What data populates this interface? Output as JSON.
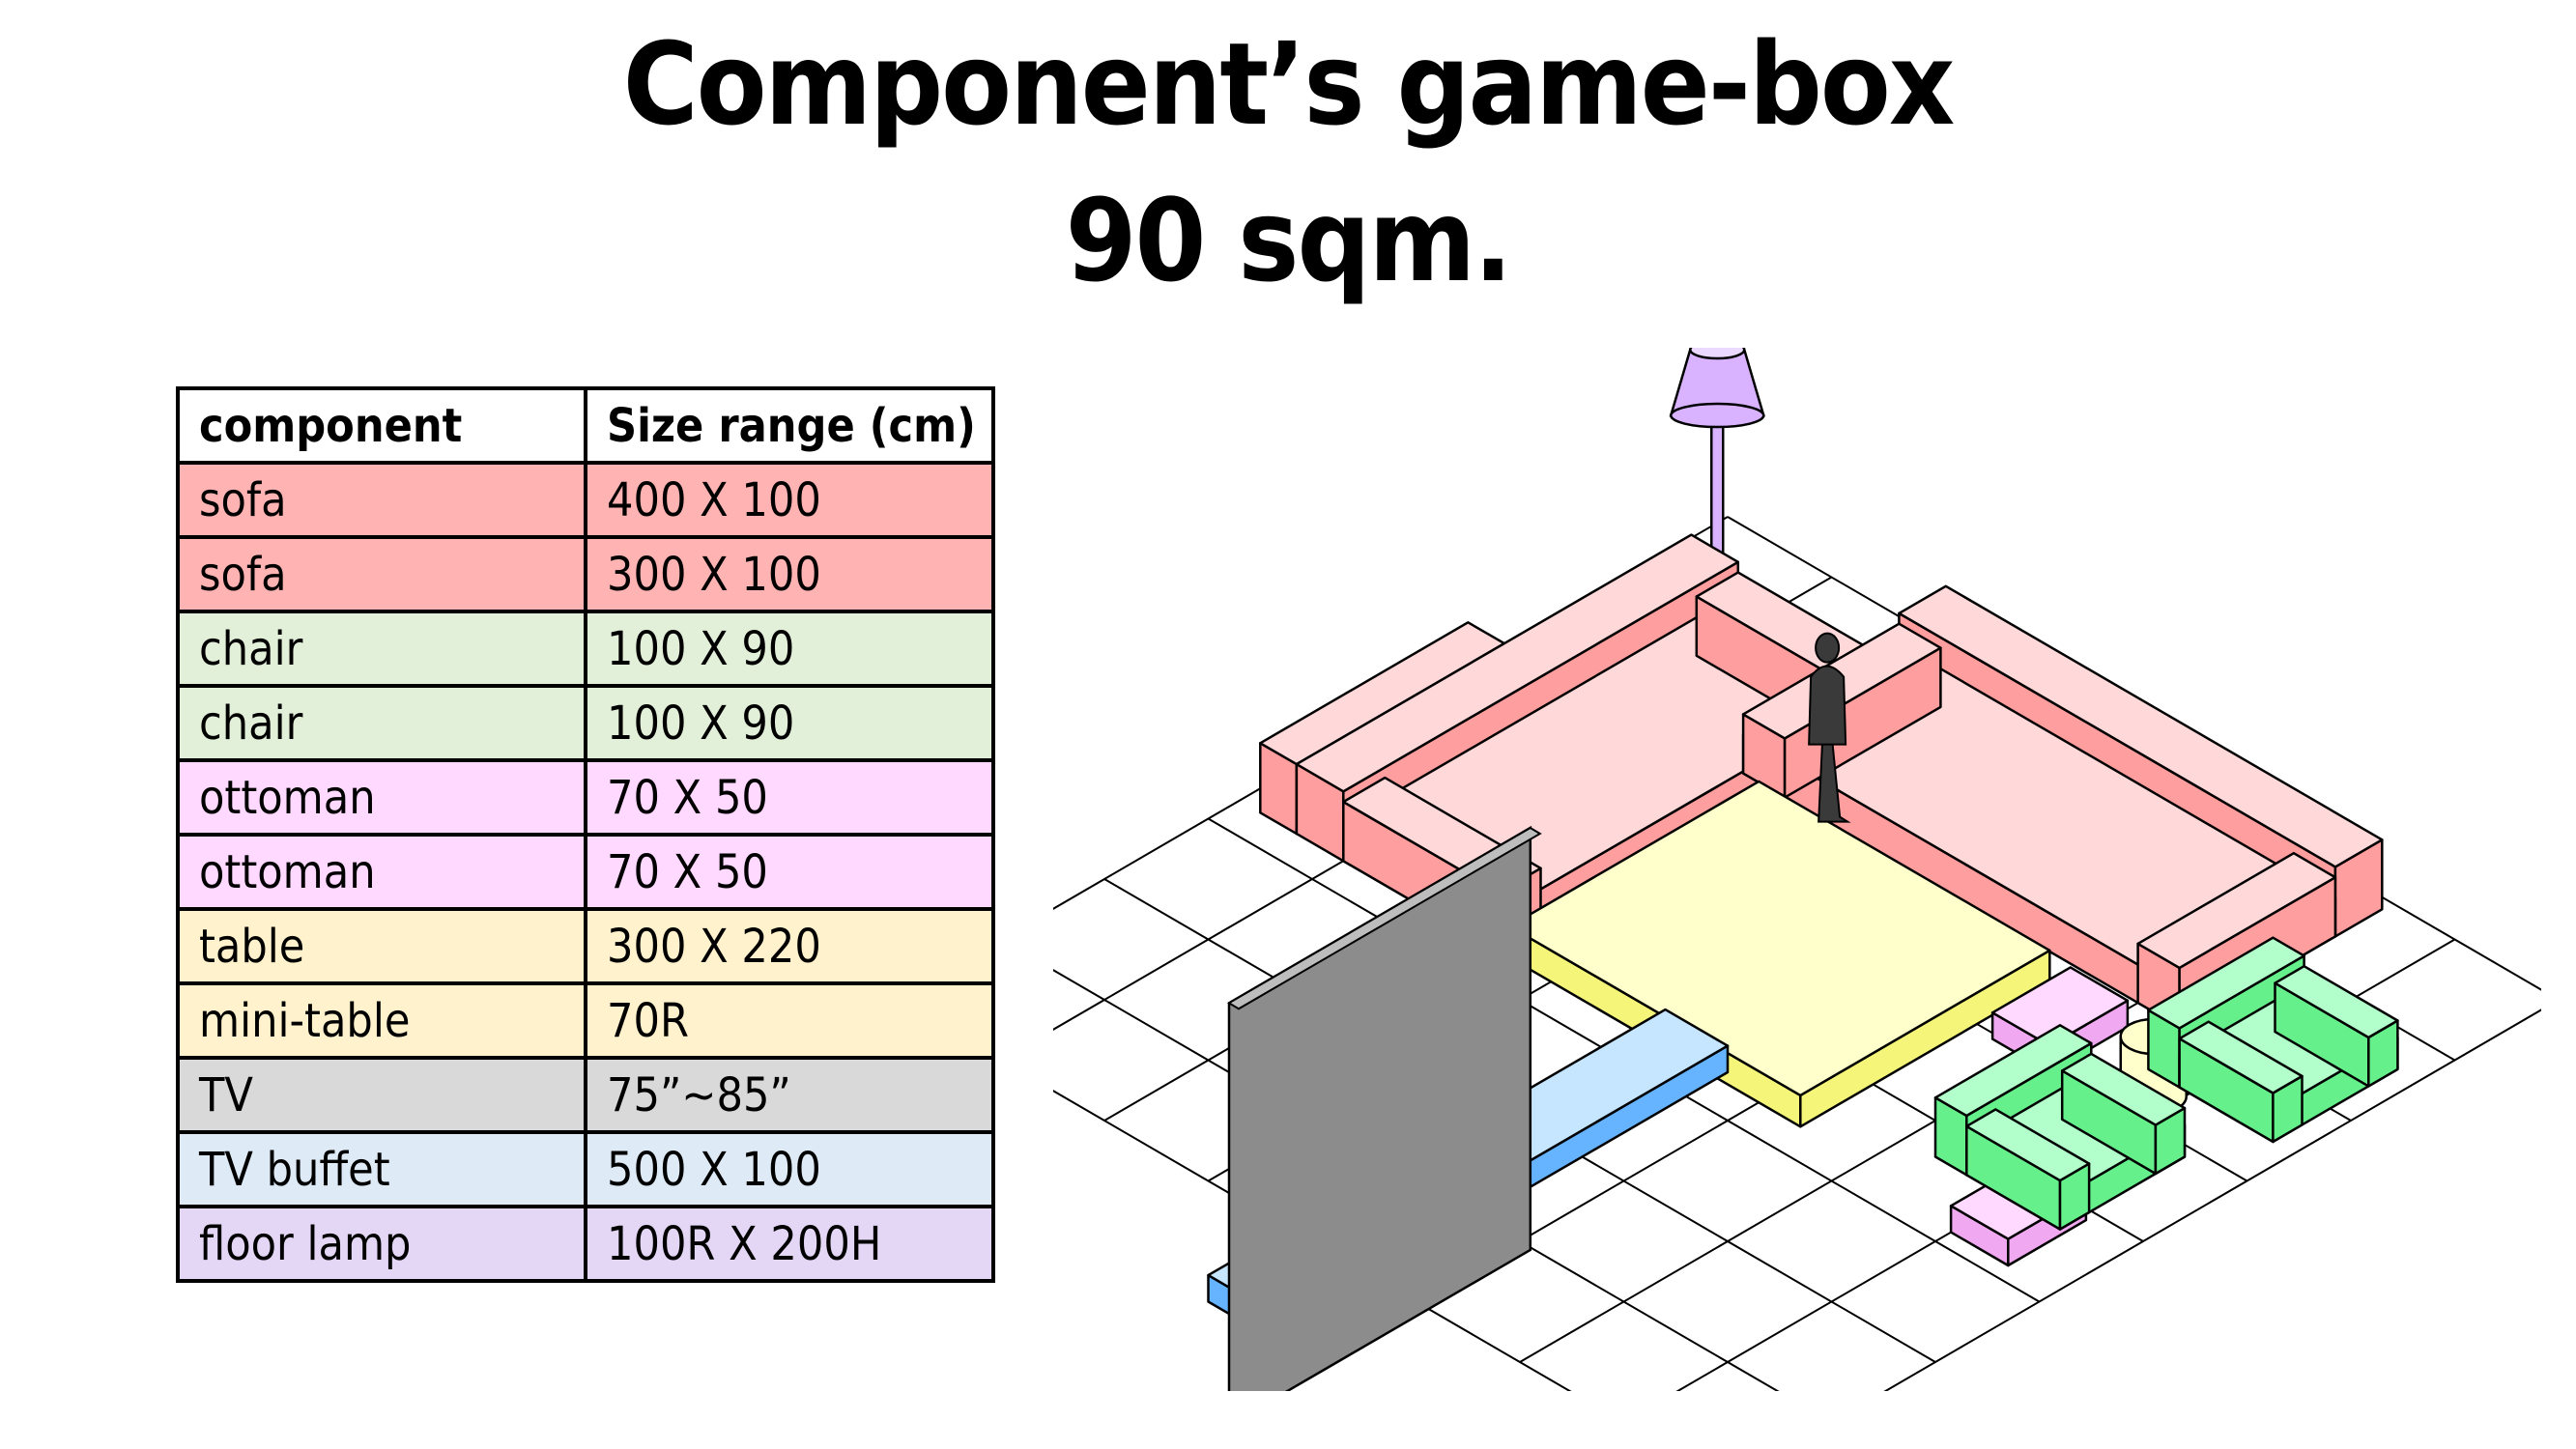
{
  "title": {
    "line1": "Component’s game-box",
    "line2": "90 sqm."
  },
  "table": {
    "headers": [
      "component",
      "Size range (cm)"
    ],
    "rows": [
      {
        "component": "sofa",
        "size": "400 X 100",
        "color": "#FFB3B3"
      },
      {
        "component": "sofa",
        "size": "300 X 100",
        "color": "#FFB3B3"
      },
      {
        "component": "chair",
        "size": "100 X 90",
        "color": "#E2EFD9"
      },
      {
        "component": "chair",
        "size": "100 X 90",
        "color": "#E2EFD9"
      },
      {
        "component": "ottoman",
        "size": "70 X 50",
        "color": "#FFD9FF"
      },
      {
        "component": "ottoman",
        "size": "70 X 50",
        "color": "#FFD9FF"
      },
      {
        "component": "table",
        "size": "300 X 220",
        "color": "#FFF2CC"
      },
      {
        "component": "mini-table",
        "size": "70R",
        "color": "#FFF2CC"
      },
      {
        "component": "TV",
        "size": "75”~85”",
        "color": "#D9D9D9"
      },
      {
        "component": "TV buffet",
        "size": "500 X 100",
        "color": "#DEEAF6"
      },
      {
        "component": "floor lamp",
        "size": "100R X 200H",
        "color": "#E4D7F5"
      }
    ]
  },
  "illustration": {
    "items": [
      "floor-grid",
      "floor-lamp",
      "sofa-left",
      "sofa-right",
      "coffee-table",
      "person",
      "tv",
      "tv-buffet",
      "ottoman",
      "ottoman",
      "chair",
      "chair",
      "mini-table"
    ],
    "colors": {
      "sofa_top": "#FFD9D9",
      "sofa_side": "#FF9E9E",
      "table_top": "#FFFFCC",
      "table_side": "#F5F57A",
      "tv_face": "#8C8C8C",
      "buffet_top": "#C6E6FF",
      "buffet_side": "#66B3FF",
      "chair_top": "#B3FFCC",
      "chair_side": "#66F08C",
      "ottoman_top": "#FFD9FF",
      "ottoman_side": "#F0A8F0",
      "minitable": "#FFFFCC",
      "lamp": "#D9B3FF"
    }
  }
}
